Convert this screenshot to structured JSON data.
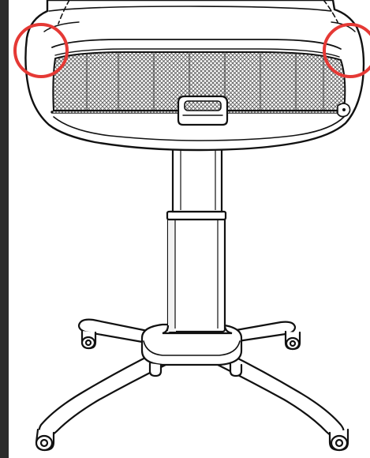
{
  "diagram": {
    "line_color": "#111111",
    "fill_color": "#ffffff",
    "shade_color": "#f2f2f2",
    "mesh_color": "#5a5a5a",
    "frame_bar_color": "#2b2b2b",
    "callout_color": "#e53935",
    "callouts": [
      {
        "name": "left-attachment-point-callout",
        "points_to": "left-upper-corner"
      },
      {
        "name": "right-attachment-point-callout",
        "points_to": "right-upper-corner"
      }
    ],
    "components": [
      "bassinet",
      "mesh-panel",
      "zipper",
      "carry-handle",
      "column",
      "base-hub",
      "legs",
      "casters"
    ]
  }
}
